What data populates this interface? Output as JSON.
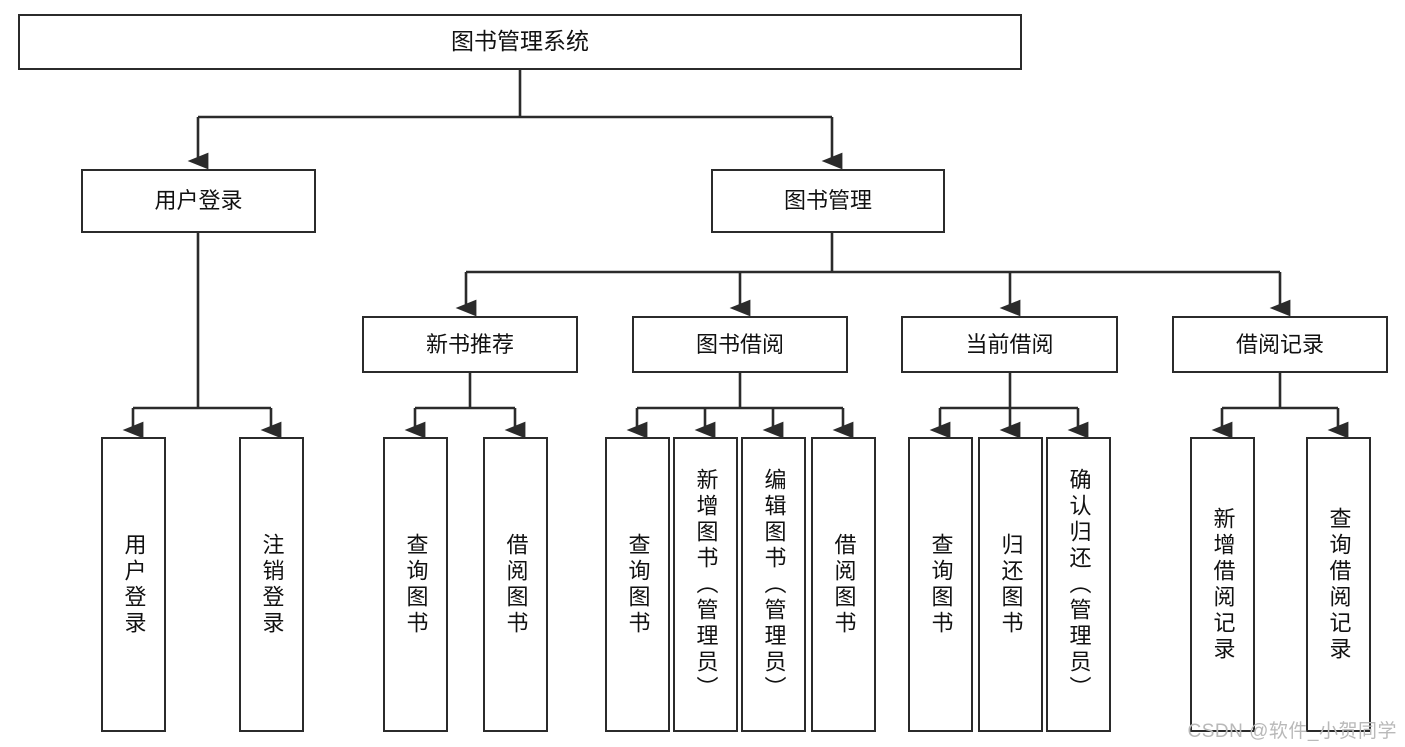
{
  "diagram": {
    "title": "图书管理系统",
    "type": "hierarchy-tree",
    "watermark": "CSDN @软件_小贺同学",
    "colors": {
      "stroke": "#2b2b2b",
      "fill": "#ffffff",
      "text": "#111111",
      "watermark": "#b9b9b9"
    },
    "nodes": {
      "root": {
        "label": "图书管理系统"
      },
      "level2": [
        {
          "label": "用户登录"
        },
        {
          "label": "图书管理"
        }
      ],
      "level3": [
        {
          "label": "新书推荐"
        },
        {
          "label": "图书借阅"
        },
        {
          "label": "当前借阅"
        },
        {
          "label": "借阅记录"
        }
      ],
      "leaves": {
        "user_login": [
          {
            "label": "用户登录"
          },
          {
            "label": "注销登录"
          }
        ],
        "new_book": [
          {
            "label": "查询图书"
          },
          {
            "label": "借阅图书"
          }
        ],
        "book_borrow": [
          {
            "label": "查询图书"
          },
          {
            "label": "新增图书（管理员）"
          },
          {
            "label": "编辑图书（管理员）"
          },
          {
            "label": "借阅图书"
          }
        ],
        "current_borrow": [
          {
            "label": "查询图书"
          },
          {
            "label": "归还图书"
          },
          {
            "label": "确认归还（管理员）"
          }
        ],
        "borrow_record": [
          {
            "label": "新增借阅记录"
          },
          {
            "label": "查询借阅记录"
          }
        ]
      }
    }
  }
}
